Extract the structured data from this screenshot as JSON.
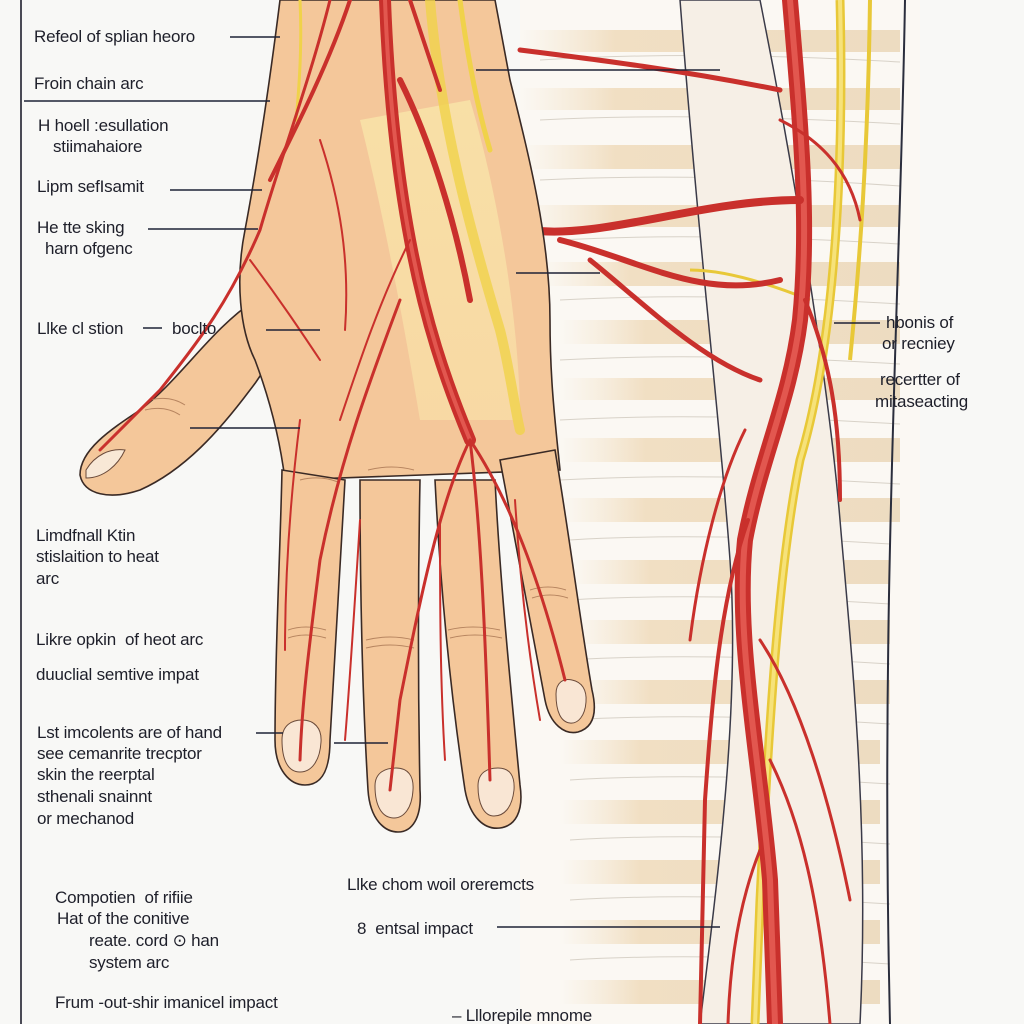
{
  "labels": [
    {
      "id": "l1",
      "text": "Refeol of splian heoro"
    },
    {
      "id": "l2",
      "text": "Froin chain arc"
    },
    {
      "id": "l3",
      "text": "H hoell :esullation"
    },
    {
      "id": "l4",
      "text": "stiimahaiore"
    },
    {
      "id": "l5",
      "text": "Lipm sefIsamit"
    },
    {
      "id": "l6",
      "text": "He tte sking"
    },
    {
      "id": "l7",
      "text": "harn ofgenc"
    },
    {
      "id": "l8",
      "text": "Llke cl stion"
    },
    {
      "id": "l9",
      "text": "boclto"
    },
    {
      "id": "l10",
      "text": "Limdfnall Ktin"
    },
    {
      "id": "l11",
      "text": "stislaition to heat"
    },
    {
      "id": "l12",
      "text": "arc"
    },
    {
      "id": "l13",
      "text": "Likre opkin  of heot arc"
    },
    {
      "id": "l14",
      "text": "duuclial semtive impat"
    },
    {
      "id": "l15",
      "text": "Lst imcolents are of hand"
    },
    {
      "id": "l16",
      "text": "see cemanrite trecptor"
    },
    {
      "id": "l17",
      "text": "skin the reerptal"
    },
    {
      "id": "l18",
      "text": "sthenali snainnt"
    },
    {
      "id": "l19",
      "text": "or mechanod"
    },
    {
      "id": "l20",
      "text": "Compotien  of rifiie"
    },
    {
      "id": "l21",
      "text": "Hat of the conitive"
    },
    {
      "id": "l22",
      "text": "reate. cord ⊙ han"
    },
    {
      "id": "l23",
      "text": "system arc"
    },
    {
      "id": "l24",
      "text": "Frum -out-shir imanicel impact"
    },
    {
      "id": "l25",
      "text": "Llke chom woil oreremcts"
    },
    {
      "id": "l26",
      "text": "8  entsal impact"
    },
    {
      "id": "l27",
      "text": "– Lllorepile mnome"
    },
    {
      "id": "l28",
      "text": "hbonis of"
    },
    {
      "id": "l29",
      "text": "or recniey"
    },
    {
      "id": "l30",
      "text": "recertter of"
    },
    {
      "id": "l31",
      "text": "mitaseacting"
    }
  ],
  "colors": {
    "skin": "#f3c79a",
    "skin_shadow": "#e3a574",
    "artery": "#c9302c",
    "nerve": "#f0d24a",
    "muscle_band": "#f1e3cd",
    "leader": "#1e2236"
  }
}
